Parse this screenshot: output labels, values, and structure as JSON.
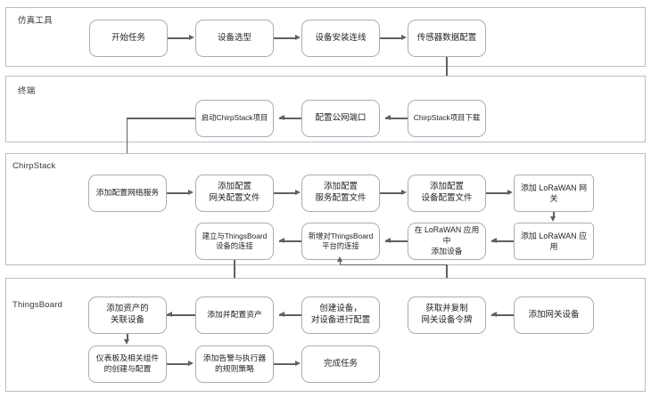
{
  "diagram": {
    "type": "swimlane-flowchart",
    "background": "#ffffff",
    "line_color": "#5d6166",
    "node_border_color": "#a9adb4",
    "lane_border_color": "#b9bdc4"
  },
  "lanes": [
    {
      "id": "sim",
      "label": "仿真工具"
    },
    {
      "id": "term",
      "label": "终端"
    },
    {
      "id": "cs",
      "label": "ChirpStack"
    },
    {
      "id": "tb",
      "label": "ThingsBoard"
    }
  ],
  "nodes": {
    "n01": "开始任务",
    "n02": "设备选型",
    "n03": "设备安装连线",
    "n04": "传感器数据配置",
    "n05": "ChirpStack项目下载",
    "n06": "配置公网端口",
    "n07": "启动ChirpStack项目",
    "n08": "添加配置网络服务",
    "n09": "添加配置\n网关配置文件",
    "n10": "添加配置\n服务配置文件",
    "n11": "添加配置\n设备配置文件",
    "n12": "添加 LoRaWAN 网关",
    "n13": "添加 LoRaWAN 应用",
    "n14": "在 LoRaWAN 应用中\n添加设备",
    "n15": "新增对ThingsBoard\n平台的连接",
    "n16": "建立与ThingsBoard\n设备的连接",
    "n17": "添加网关设备",
    "n18": "获取并复制\n网关设备令牌",
    "n19": "创建设备，\n对设备进行配置",
    "n20": "添加并配置资产",
    "n21": "添加资产的\n关联设备",
    "n22": "仪表板及相关组件\n的创建与配置",
    "n23": "添加告警与执行器\n的规则策略",
    "n24": "完成任务"
  },
  "flow": [
    "开始任务 → 设备选型 → 设备安装连线 → 传感器数据配置",
    "传感器数据配置 → ChirpStack项目下载 → 配置公网端口 → 启动ChirpStack项目",
    "启动ChirpStack项目 → 添加配置网络服务 → 添加配置网关配置文件 → 添加配置服务配置文件 → 添加配置设备配置文件 → 添加 LoRaWAN 网关",
    "添加 LoRaWAN 网关 → 添加 LoRaWAN 应用 → 在 LoRaWAN 应用中添加设备 → 新增对ThingsBoard平台的连接 → 建立与ThingsBoard设备的连接",
    "建立与ThingsBoard设备的连接 → 创建设备，对设备进行配置",
    "添加网关设备 → 获取并复制网关设备令牌 → 新增对ThingsBoard平台的连接",
    "创建设备，对设备进行配置 → 添加并配置资产 → 添加资产的关联设备 → 仪表板及相关组件的创建与配置 → 添加告警与执行器的规则策略 → 完成任务"
  ]
}
